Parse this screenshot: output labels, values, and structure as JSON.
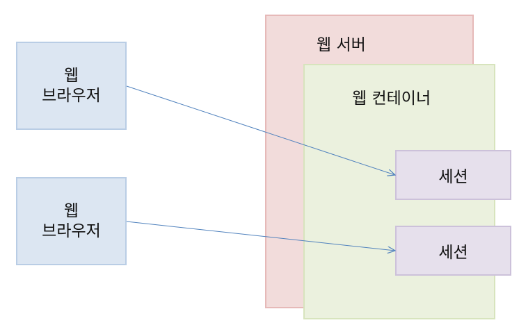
{
  "diagram": {
    "web_server": {
      "label": "웹 서버"
    },
    "web_container": {
      "label": "웹 컨테이너"
    },
    "browsers": [
      {
        "label": "웹\n브라우저"
      },
      {
        "label": "웹\n브라우저"
      }
    ],
    "sessions": [
      {
        "label": "세션"
      },
      {
        "label": "세션"
      }
    ],
    "colors": {
      "browser_fill": "#dce6f2",
      "server_fill": "#f2dcdb",
      "container_fill": "#ebf1de",
      "session_fill": "#e6e0ec",
      "arrow": "#4f81bd"
    }
  }
}
